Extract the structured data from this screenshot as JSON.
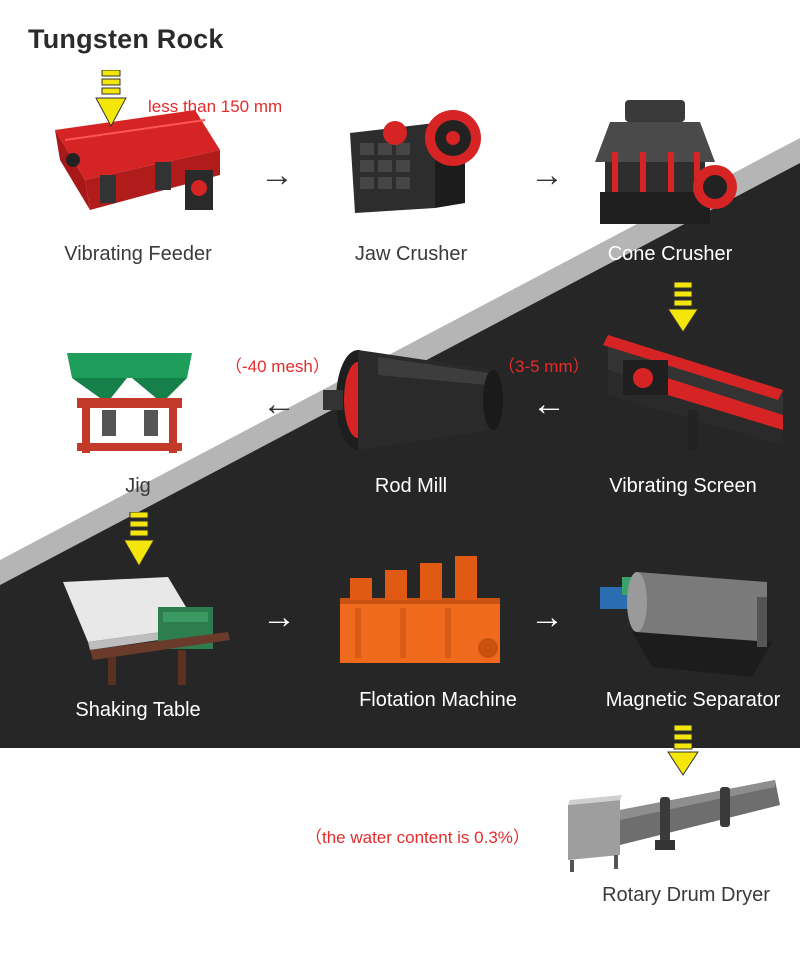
{
  "title": "Tungsten Rock",
  "machines": {
    "vibrating_feeder": "Vibrating Feeder",
    "jaw_crusher": "Jaw Crusher",
    "cone_crusher": "Cone Crusher",
    "vibrating_screen": "Vibrating Screen",
    "rod_mill": "Rod Mill",
    "jig": "Jig",
    "shaking_table": "Shaking Table",
    "flotation_machine": "Flotation Machine",
    "magnetic_separator": "Magnetic  Separator",
    "rotary_drum_dryer": "Rotary Drum Dryer"
  },
  "notes": {
    "feed_size": "less than 150 mm",
    "screen_size": "（3-5 mm）",
    "mill_size": "（-40 mesh）",
    "water_content": "（the water content is 0.3%）"
  },
  "arrow_glyphs": {
    "right": "→",
    "left": "←"
  },
  "colors": {
    "dark_band": "#262626",
    "grey_band": "#b5b5b5",
    "flow_arrow": "#f5e60a",
    "accent_red": "#e42c2c",
    "machine_red": "#d62424",
    "flotation_orange": "#f06a1e",
    "jig_green": "#1e9e5a"
  }
}
